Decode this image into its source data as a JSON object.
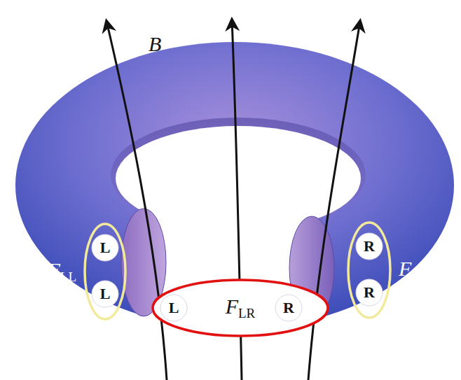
{
  "diagram": {
    "nodes": [
      {
        "text": [
          "FLL"
        ]
      },
      {
        "text": [
          "L"
        ],
        "in": 0
      },
      {
        "text": [
          "L"
        ],
        "in": 0
      },
      {
        "text": [
          "FLR"
        ]
      },
      {
        "text": [
          "L"
        ],
        "in": 3
      },
      {
        "text": [
          "R"
        ],
        "in": 3
      },
      {
        "text": [
          "FRR"
        ]
      },
      {
        "text": [
          "R"
        ],
        "in": 6
      },
      {
        "text": [
          "R"
        ],
        "in": 6
      }
    ],
    "labels": [
      "B"
    ]
  }
}
